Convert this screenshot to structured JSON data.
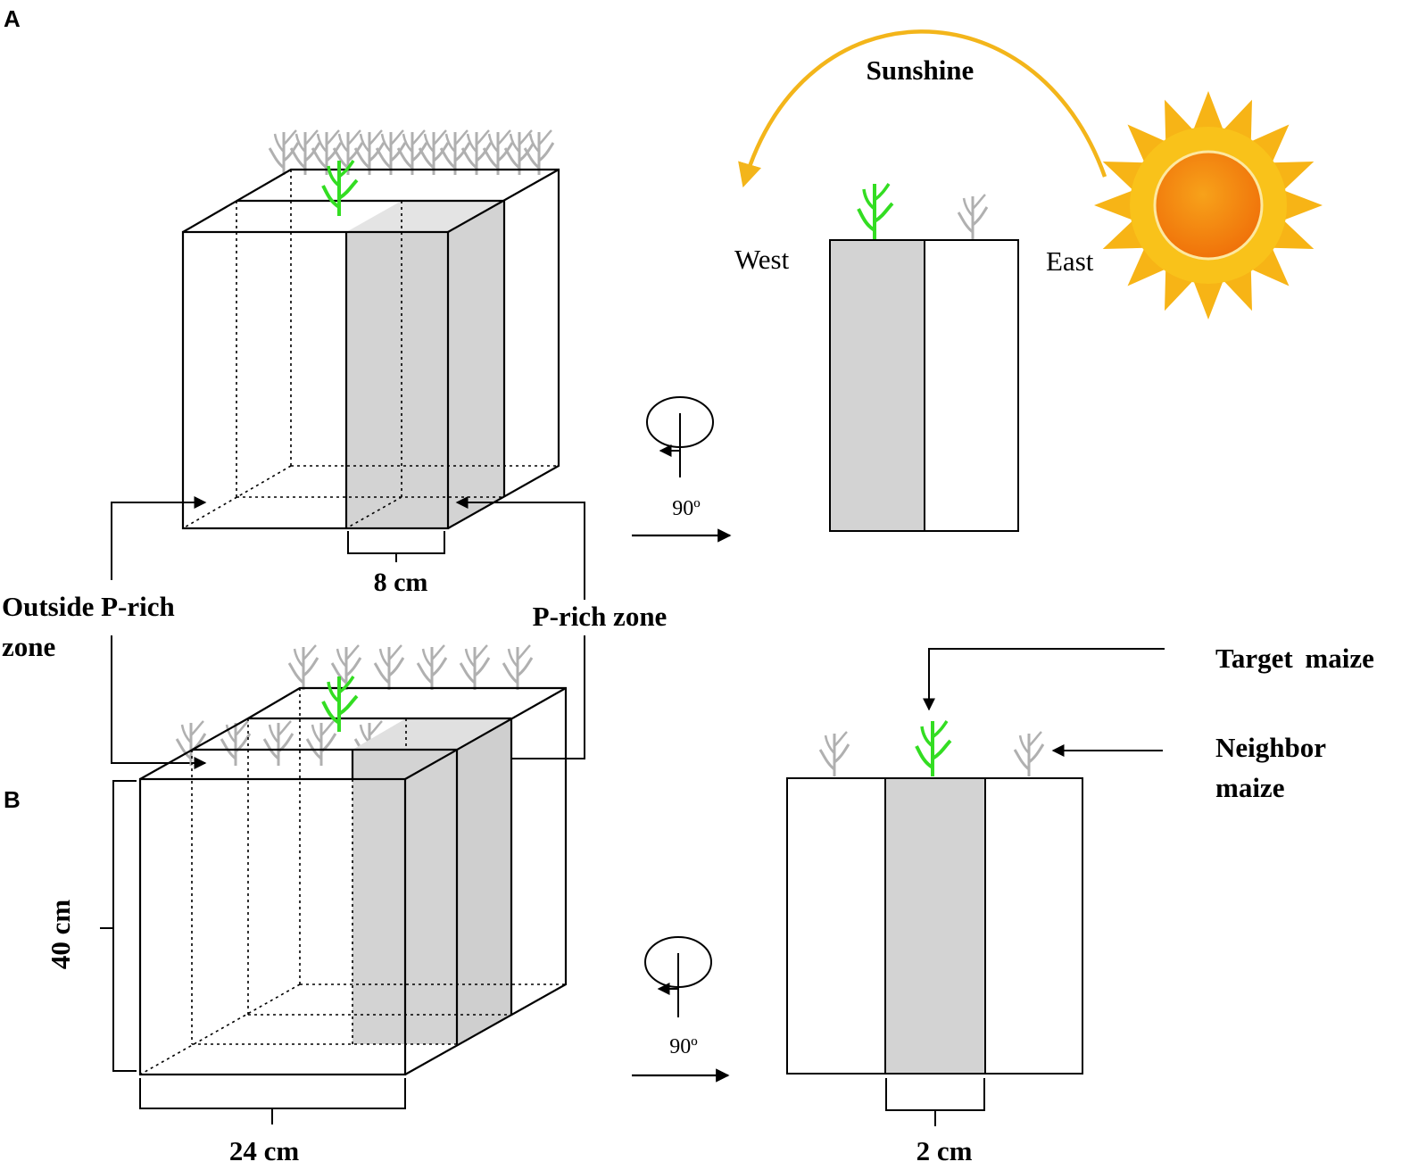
{
  "panels": {
    "a": {
      "letter": "A"
    },
    "b": {
      "letter": "B"
    }
  },
  "labels": {
    "sunshine": "Sunshine",
    "west": "West",
    "east": "East",
    "rotation_a": "90º",
    "rotation_b": "90º",
    "width_8cm": "8 cm",
    "outside_zone_line1": "Outside P-rich",
    "outside_zone_line2": "zone",
    "p_rich_zone": "P-rich zone",
    "target_maize": "Target maize",
    "neighbor_maize_line1": "Neighbor",
    "neighbor_maize_line2": "maize",
    "height_40cm": "40 cm",
    "width_24cm": "24 cm",
    "width_2cm": "2 cm"
  },
  "colors": {
    "p_rich_fill": "#d3d3d3",
    "target_maize": "#33dd22",
    "neighbor_maize": "#b0b0b0",
    "sun_outer": "#f7b416",
    "sun_inner": "#f58a0c",
    "sun_arc": "#f3b51a",
    "line": "#000000"
  },
  "icons": {
    "sun": "sun-icon",
    "rotation": "rotation-icon",
    "plant": "maize-plant-icon"
  }
}
